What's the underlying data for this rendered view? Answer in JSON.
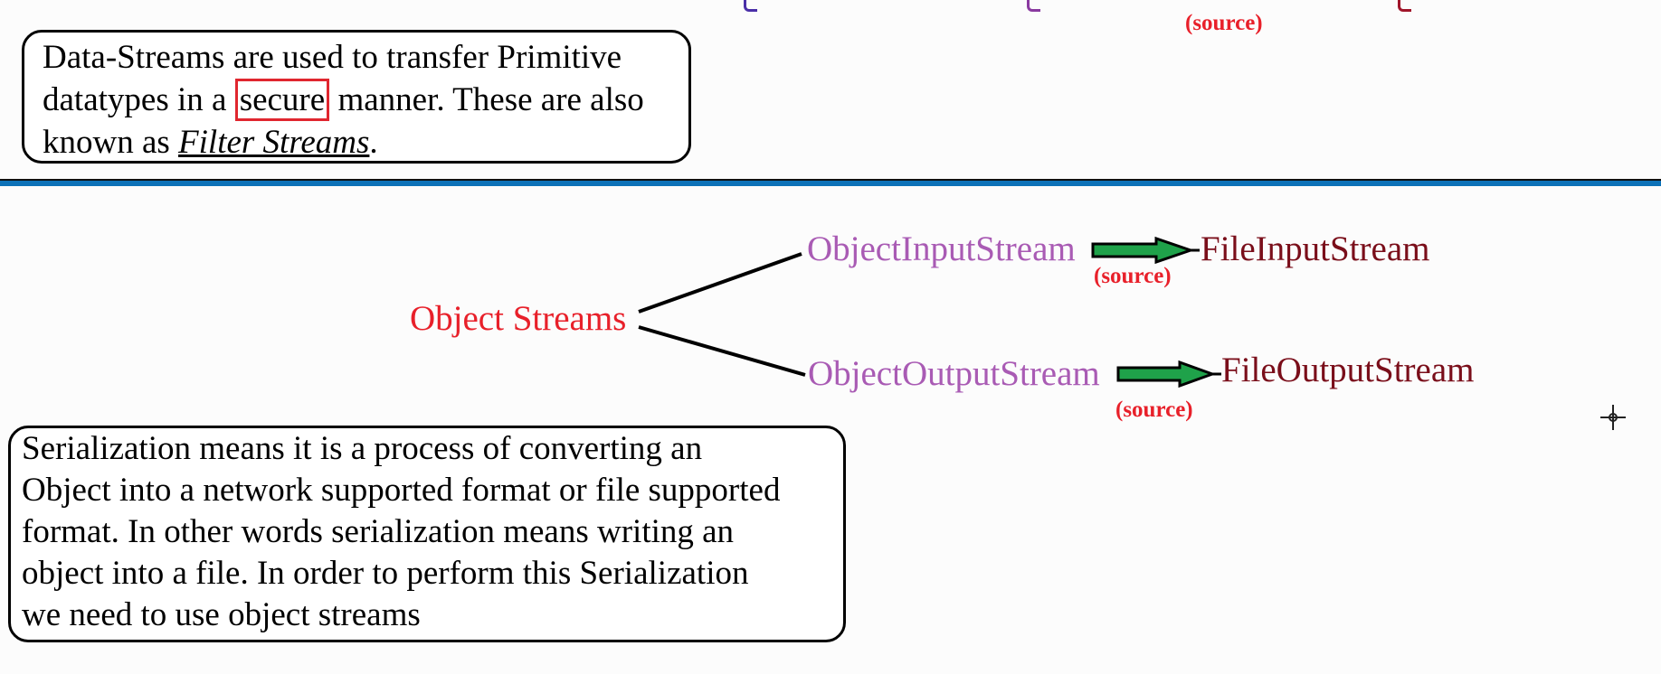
{
  "top_source_label": "(source)",
  "data_streams_box": {
    "line1": "Data-Streams are used to transfer Primitive",
    "line2_before": "datatypes in a ",
    "line2_highlight": "secure",
    "line2_after": " manner. These are also",
    "line3_before": "known as ",
    "line3_emphasis": "Filter Streams",
    "line3_after": "."
  },
  "diagram": {
    "root": "Object Streams",
    "branches": [
      {
        "stream": "ObjectInputStream",
        "source_label": "(source)",
        "target": "FileInputStream"
      },
      {
        "stream": "ObjectOutputStream",
        "source_label": "(source)",
        "target": "FileOutputStream"
      }
    ]
  },
  "serialization_box": {
    "lines": [
      "Serialization means it is a process of converting an",
      "Object into a network supported format or file supported",
      "format. In other words serialization means writing an",
      "object into a file. In order to perform this Serialization",
      "we need to use object streams"
    ]
  },
  "colors": {
    "root": "#e8202a",
    "stream": "#a95bb4",
    "target": "#7a0e1a",
    "arrow_fill": "#1fa24a",
    "highlight_border": "#e0262f",
    "divider": "#0d72b8"
  },
  "cursor_icon": "crosshair-move-icon"
}
